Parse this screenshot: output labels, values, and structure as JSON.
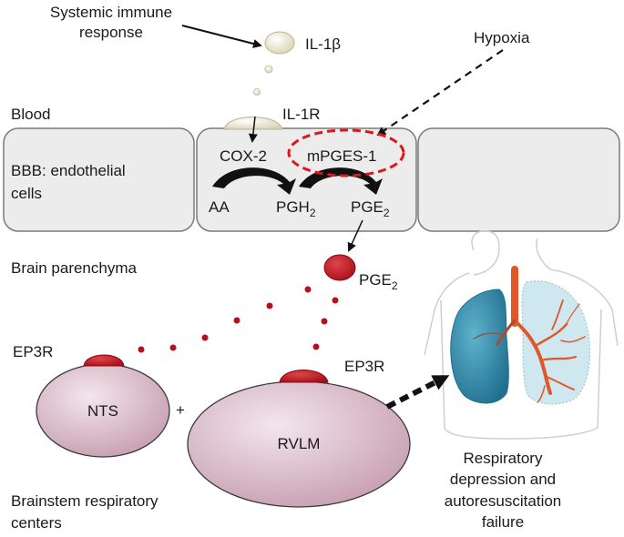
{
  "labels": {
    "systemic_1": "Systemic immune",
    "systemic_2": "response",
    "il1b": "IL-1β",
    "hypoxia": "Hypoxia",
    "blood": "Blood",
    "il1r": "IL-1R",
    "bbb_1": "BBB: endothelial",
    "bbb_2": "cells",
    "cox2": "COX-2",
    "mpges1": "mPGES-1",
    "aa": "AA",
    "pgh2_main": "PGH",
    "pgh2_sub": "2",
    "pge2_main": "PGE",
    "pge2_sub": "2",
    "brain_parenchyma": "Brain parenchyma",
    "pge2b_main": "PGE",
    "pge2b_sub": "2",
    "ep3r_left": "EP3R",
    "ep3r_right": "EP3R",
    "nts": "NTS",
    "plus": "+",
    "rvlm": "RVLM",
    "resp_1": "Respiratory",
    "resp_2": "depression and",
    "resp_3": "autoresuscitation",
    "resp_4": "failure",
    "brainstem_1": "Brainstem respiratory",
    "brainstem_2": "centers"
  },
  "colors": {
    "cell_fill": "#ececec",
    "cell_stroke": "#7a7a7a",
    "pge_red": "#c4161c",
    "dashed_ellipse": "#e0161d",
    "nucleus_pink": "#d4b3c3",
    "il1b_beige": "#e9e3c8",
    "lung_blue": "#2f86a6",
    "lung_light": "#cfe7ee",
    "trachea_orange": "#e0582a"
  }
}
